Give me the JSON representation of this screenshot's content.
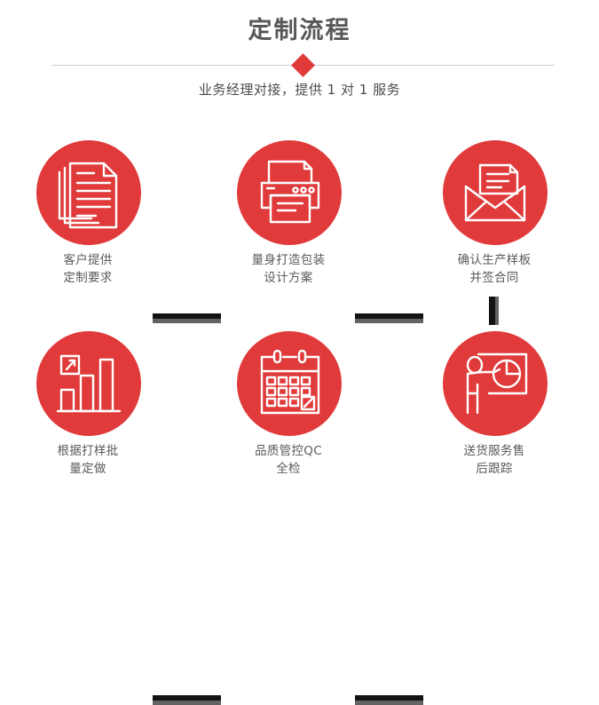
{
  "header": {
    "title": "定制流程",
    "subtitle": "业务经理对接，提供 1 对 1 服务",
    "divider_icon": "diamond-icon",
    "accent_color": "#e03a3a",
    "title_color": "#58585a",
    "divider_color": "#cfcfcf"
  },
  "flow": {
    "connector_color_top": "#131313",
    "connector_color_shadow": "#636363",
    "circle_color": "#e03a3a",
    "steps": [
      {
        "index": 1,
        "icon": "documents-stack-icon",
        "label_line1": "客户提供",
        "label_line2": "定制要求"
      },
      {
        "index": 2,
        "icon": "printer-icon",
        "label_line1": "量身打造包装",
        "label_line2": "设计方案"
      },
      {
        "index": 3,
        "icon": "envelope-document-icon",
        "label_line1": "确认生产样板",
        "label_line2": "并签合同"
      },
      {
        "index": 4,
        "icon": "bar-chart-growth-icon",
        "label_line1": "根据打样批",
        "label_line2": "量定做"
      },
      {
        "index": 5,
        "icon": "calendar-check-icon",
        "label_line1": "品质管控QC",
        "label_line2": "全检"
      },
      {
        "index": 6,
        "icon": "presenter-pie-chart-icon",
        "label_line1": "送货服务售",
        "label_line2": "后跟踪"
      }
    ]
  }
}
